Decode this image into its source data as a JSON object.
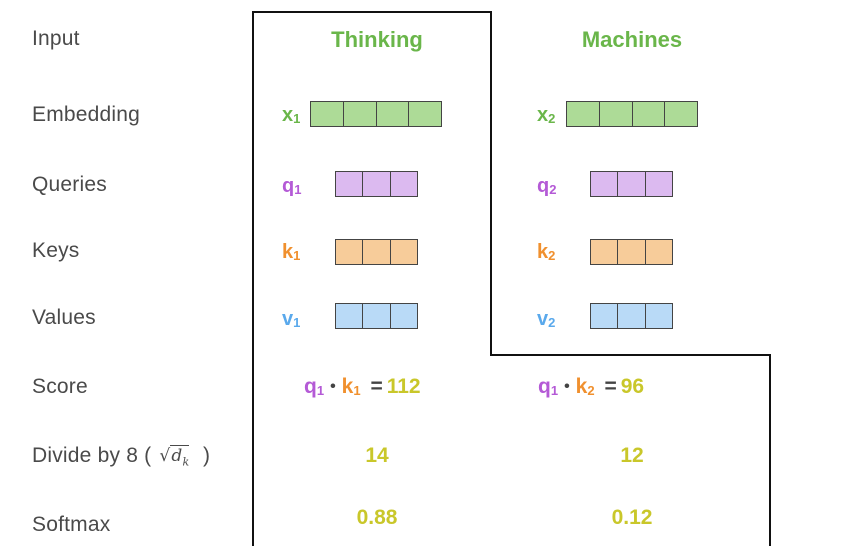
{
  "rows": {
    "input": "Input",
    "embedding": "Embedding",
    "queries": "Queries",
    "keys": "Keys",
    "values": "Values",
    "score": "Score",
    "divide": "Divide by 8 (",
    "divide_close": ")",
    "sqrt_symbol": "√",
    "dk_d": "d",
    "dk_k": "k",
    "softmax": "Softmax"
  },
  "words": [
    {
      "name": "Thinking",
      "x": {
        "letter": "x",
        "sub": "1"
      },
      "q": {
        "letter": "q",
        "sub": "1"
      },
      "k": {
        "letter": "k",
        "sub": "1"
      },
      "v": {
        "letter": "v",
        "sub": "1"
      },
      "score": {
        "q": "q",
        "q_sub": "1",
        "dot": "•",
        "k": "k",
        "k_sub": "1",
        "eq": "=",
        "value": "112"
      },
      "divided": "14",
      "softmax": "0.88"
    },
    {
      "name": "Machines",
      "x": {
        "letter": "x",
        "sub": "2"
      },
      "q": {
        "letter": "q",
        "sub": "2"
      },
      "k": {
        "letter": "k",
        "sub": "2"
      },
      "v": {
        "letter": "v",
        "sub": "2"
      },
      "score": {
        "q": "q",
        "q_sub": "1",
        "dot": "•",
        "k": "k",
        "k_sub": "2",
        "eq": "=",
        "value": "96"
      },
      "divided": "12",
      "softmax": "0.12"
    }
  ],
  "colors": {
    "embedding": "#addb97",
    "query": "#dcbaf0",
    "key": "#f7cc9a",
    "value": "#b9daf7",
    "word_text": "#6ab64a",
    "result_text": "#c9c72a"
  }
}
